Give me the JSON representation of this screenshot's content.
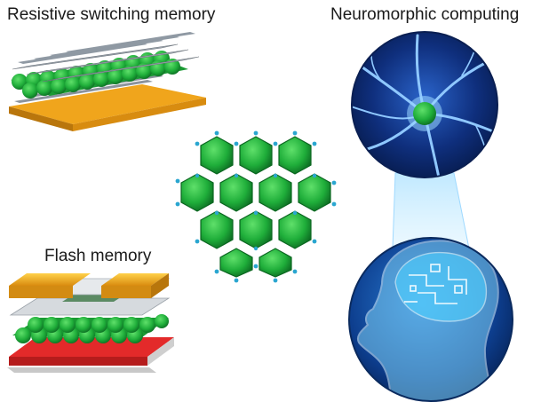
{
  "labels": {
    "resistive": "Resistive switching memory",
    "neuromorphic": "Neuromorphic computing",
    "flash": "Flash memory"
  },
  "colors": {
    "nanocrystal_green": "#1fae3a",
    "nanocrystal_dark": "#0f7a25",
    "ligand_blue": "#2aa6d0",
    "electrode_gold": "#f2a81e",
    "electrode_grey": "#9aa3ad",
    "substrate_red": "#e02a2a",
    "neuron_bg": "#0b2a6b",
    "brain_glow": "#5fd4ff"
  }
}
